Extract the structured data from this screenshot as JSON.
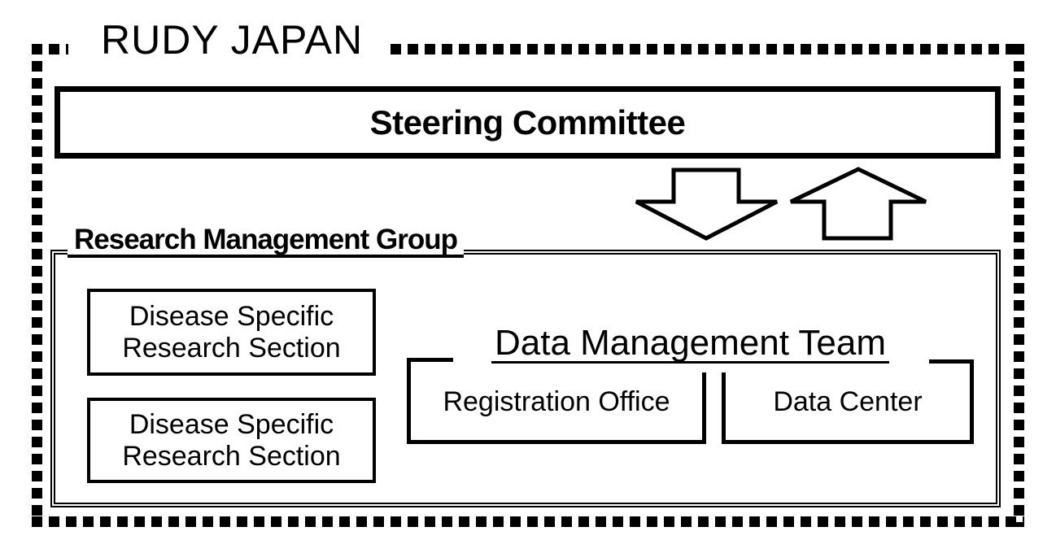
{
  "colors": {
    "ink": "#000000",
    "background": "#ffffff"
  },
  "org": {
    "title": "RUDY JAPAN"
  },
  "boxes": {
    "steering_committee": {
      "label": "Steering Committee"
    },
    "research_management_group": {
      "label": "Research Management Group"
    },
    "disease_sections": [
      {
        "line1": "Disease Specific",
        "line2": "Research Section"
      },
      {
        "line1": "Disease Specific",
        "line2": "Research Section"
      }
    ],
    "data_management_team": {
      "label": "Data Management Team",
      "registration_office": {
        "label": "Registration Office"
      },
      "data_center": {
        "label": "Data Center"
      }
    }
  }
}
